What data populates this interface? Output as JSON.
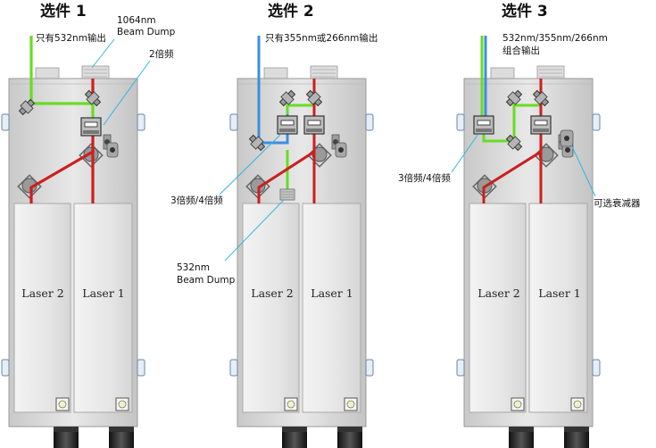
{
  "options": [
    {
      "title": "选件 1",
      "output_label": "只有532nm输出",
      "labels": {
        "dump": [
          "1064nm",
          "Beam Dump"
        ],
        "doubler": "2倍频"
      },
      "lasers": [
        "Laser 2",
        "Laser 1"
      ]
    },
    {
      "title": "选件 2",
      "output_label": "只有355nm或266nm输出",
      "labels": {
        "harmonic": "3倍频/4倍频",
        "dump": [
          "532nm",
          "Beam Dump"
        ]
      },
      "lasers": [
        "Laser 2",
        "Laser 1"
      ]
    },
    {
      "title": "选件 3",
      "output_label": [
        "532nm/355nm/266nm",
        "组合输出"
      ],
      "labels": {
        "harmonic": "3倍频/4倍频",
        "attenuator": "可选衰减器"
      },
      "lasers": [
        "Laser 2",
        "Laser 1"
      ]
    }
  ],
  "colors": {
    "ir_beam": "#cc1f1f",
    "green_beam": "#66dd22",
    "uv_beam": "#3a8fe0",
    "leader_line": "#33b5e5",
    "housing": "#d9d9d9",
    "module": "#ececec"
  }
}
